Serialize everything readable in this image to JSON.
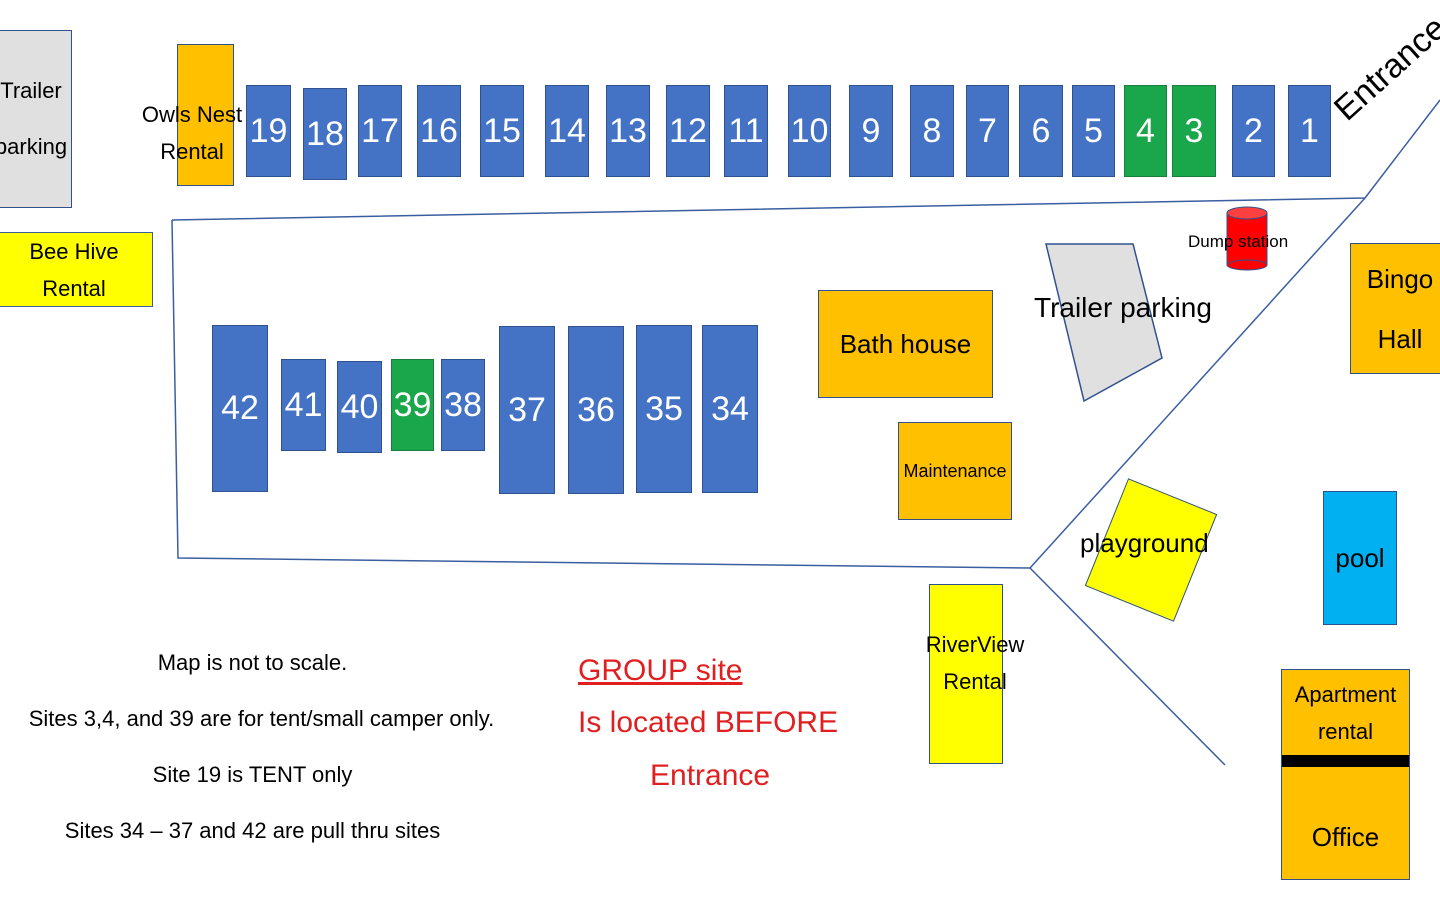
{
  "entrance_label": "Entrance",
  "sites_top": [
    {
      "num": "19",
      "color": "blue"
    },
    {
      "num": "18",
      "color": "blue"
    },
    {
      "num": "17",
      "color": "blue"
    },
    {
      "num": "16",
      "color": "blue"
    },
    {
      "num": "15",
      "color": "blue"
    },
    {
      "num": "14",
      "color": "blue"
    },
    {
      "num": "13",
      "color": "blue"
    },
    {
      "num": "12",
      "color": "blue"
    },
    {
      "num": "11",
      "color": "blue"
    },
    {
      "num": "10",
      "color": "blue"
    },
    {
      "num": "9",
      "color": "blue"
    },
    {
      "num": "8",
      "color": "blue"
    },
    {
      "num": "7",
      "color": "blue"
    },
    {
      "num": "6",
      "color": "blue"
    },
    {
      "num": "5",
      "color": "blue"
    },
    {
      "num": "4",
      "color": "green"
    },
    {
      "num": "3",
      "color": "green"
    },
    {
      "num": "2",
      "color": "blue"
    },
    {
      "num": "1",
      "color": "blue"
    }
  ],
  "sites_mid": [
    {
      "num": "42",
      "color": "blue"
    },
    {
      "num": "41",
      "color": "blue"
    },
    {
      "num": "40",
      "color": "blue"
    },
    {
      "num": "39",
      "color": "green"
    },
    {
      "num": "38",
      "color": "blue"
    },
    {
      "num": "37",
      "color": "blue"
    },
    {
      "num": "36",
      "color": "blue"
    },
    {
      "num": "35",
      "color": "blue"
    },
    {
      "num": "34",
      "color": "blue"
    }
  ],
  "buildings": {
    "trailer_parking_left": {
      "line1": "Trailer",
      "line2": "parking"
    },
    "owls_nest": {
      "line1": "Owls Nest",
      "line2": "Rental"
    },
    "bee_hive": {
      "line1": "Bee Hive",
      "line2": "Rental"
    },
    "bath_house": "Bath house",
    "maintenance": "Maintenance",
    "trailer_parking_right": "Trailer parking",
    "dump_station": "Dump station",
    "bingo_hall": {
      "line1": "Bingo",
      "line2": "Hall"
    },
    "playground": "playground",
    "pool": "pool",
    "riverview": {
      "line1": "RiverView",
      "line2": "Rental"
    },
    "apartment": {
      "line1": "Apartment",
      "line2": "rental"
    },
    "office": "Office"
  },
  "notes": [
    "Map is not to scale.",
    "Sites 3,4, and 39 are for tent/small camper only.",
    "Site 19 is TENT only",
    "Sites 34 – 37 and 42 are pull thru sites"
  ],
  "group_notice": {
    "heading": "GROUP site",
    "line2": "Is located BEFORE",
    "line3": "Entrance"
  },
  "colors": {
    "site_blue": "#4472c4",
    "site_green": "#1aa64a",
    "rental_yellow": "#ffff00",
    "building_orange": "#ffc000",
    "trailer_gray": "#e0e0e0",
    "pool_blue": "#00b0f0",
    "dump_red": "#ff0000",
    "notice_red": "#e02020"
  }
}
